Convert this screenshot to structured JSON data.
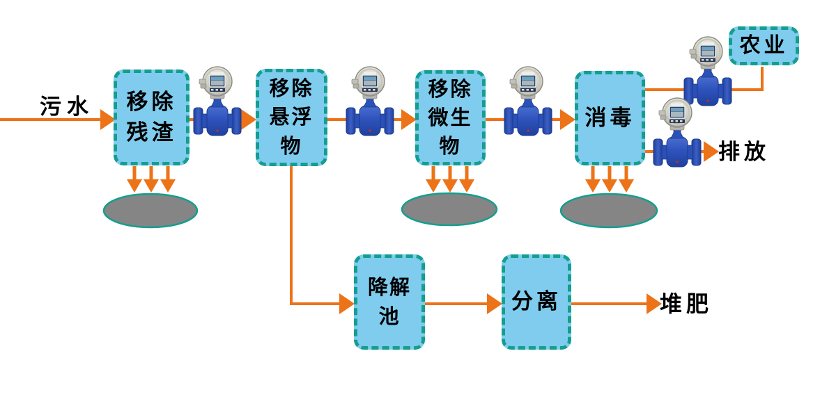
{
  "diagram": {
    "type": "wastewater-treatment-process-flow",
    "labels": {
      "input": "污水",
      "discharge": "排放",
      "compost": "堆肥"
    },
    "nodes": {
      "remove_residue": "移除\n残渣",
      "remove_suspended_solids": "移除\n悬浮物",
      "remove_microorganisms": "移除\n微生物",
      "disinfection": "消毒",
      "agriculture": "农业",
      "degradation_tank": "降解池",
      "separation": "分离"
    },
    "icons": {
      "flow_meter": "electromagnetic-flowmeter-icon",
      "pond": "settling-pond-ellipse"
    },
    "colors": {
      "box_fill": "#7FCCEE",
      "box_border": "#139E8F",
      "arrow": "#EC7318",
      "pond_fill": "#858585",
      "meter_body": "#2E53BC",
      "meter_head": "#D9D7CE"
    }
  }
}
